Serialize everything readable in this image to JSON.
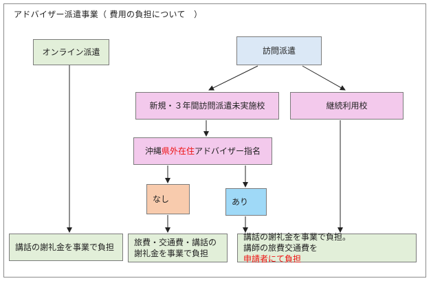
{
  "title": "アドバイザー派遣事業（ 費用の負担について　）",
  "nodes": {
    "online": "オンライン派遣",
    "visit": "訪問派遣",
    "new_school": "新規・３年間訪問派遣未実施校",
    "continuing": "継続利用校",
    "advisor": {
      "pre": "沖縄",
      "red": "県外在住",
      "post": "アドバイザー指名"
    },
    "none": "なし",
    "yes": "あり"
  },
  "results": {
    "online_result": "講話の謝礼金を事業で負担",
    "none_result": {
      "line1": "旅費・交通費・講話の",
      "line2": "謝礼金を事業で負担"
    },
    "yes_result": {
      "line1": "講話の謝礼金を事業で負担。",
      "line2_pre": "講師の旅費交通費を",
      "line2_red": "申請者にて負担"
    }
  },
  "colors": {
    "green": "#e2efd9",
    "blue": "#dbe8f6",
    "pink": "#f3c9ec",
    "orange": "#f8cbad",
    "cyan": "#9fd9f7",
    "red_text": "#ee1111"
  }
}
